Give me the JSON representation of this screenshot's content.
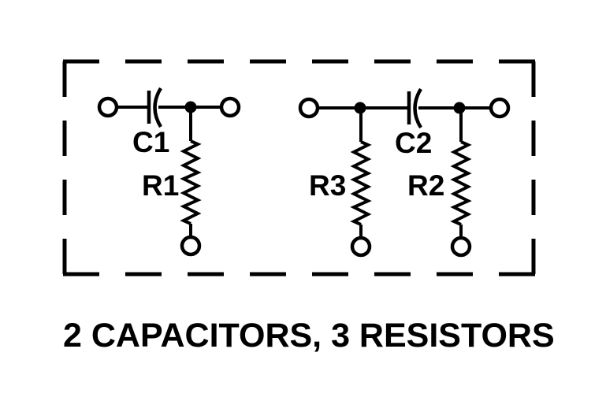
{
  "caption": {
    "text": "2 CAPACITORS, 3 RESISTORS"
  },
  "colors": {
    "line": "#000000",
    "background": "#ffffff"
  },
  "components": {
    "c1": {
      "label": "C1",
      "type": "capacitor"
    },
    "r1": {
      "label": "R1",
      "type": "resistor"
    },
    "r3": {
      "label": "R3",
      "type": "resistor"
    },
    "c2": {
      "label": "C2",
      "type": "capacitor"
    },
    "r2": {
      "label": "R2",
      "type": "resistor"
    }
  }
}
